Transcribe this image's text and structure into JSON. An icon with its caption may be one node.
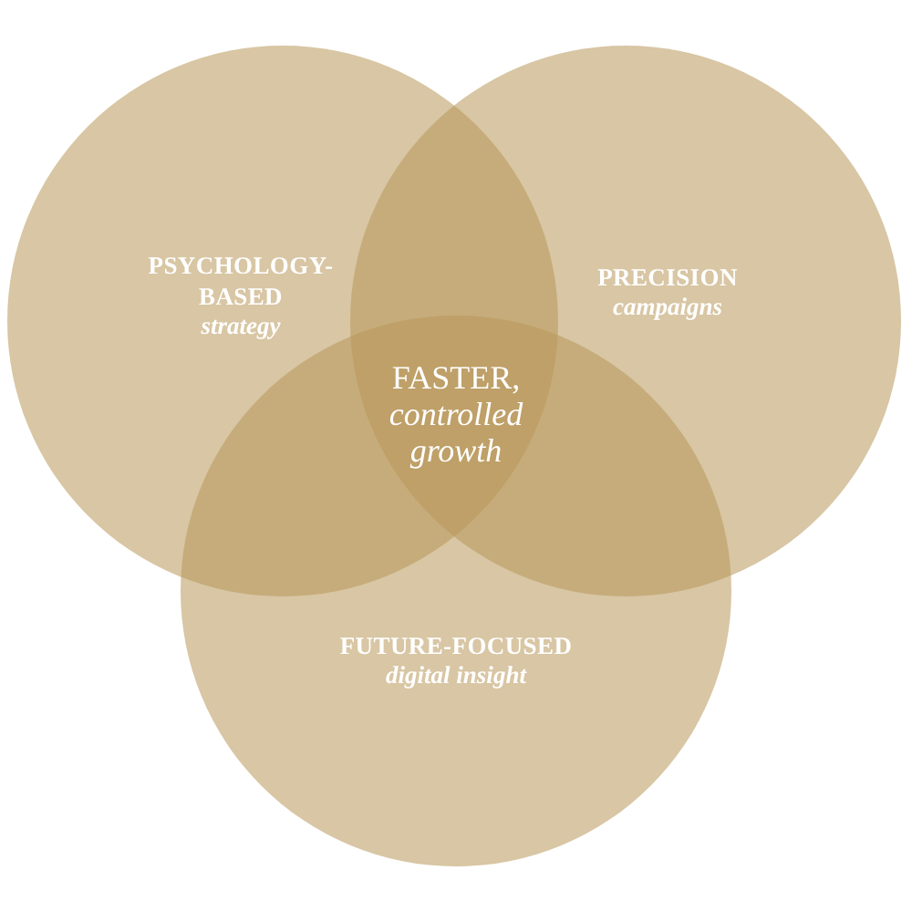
{
  "diagram": {
    "nodes": [
      {
        "text": [
          "PSYCHOLOGY-BASED",
          "strategy"
        ]
      },
      {
        "text": [
          "PRECISION",
          "campaigns"
        ]
      },
      {
        "text": [
          "FUTURE-FOCUSED",
          "digital insight"
        ]
      }
    ],
    "labels": [
      "FASTER, *controlled growth*"
    ]
  }
}
